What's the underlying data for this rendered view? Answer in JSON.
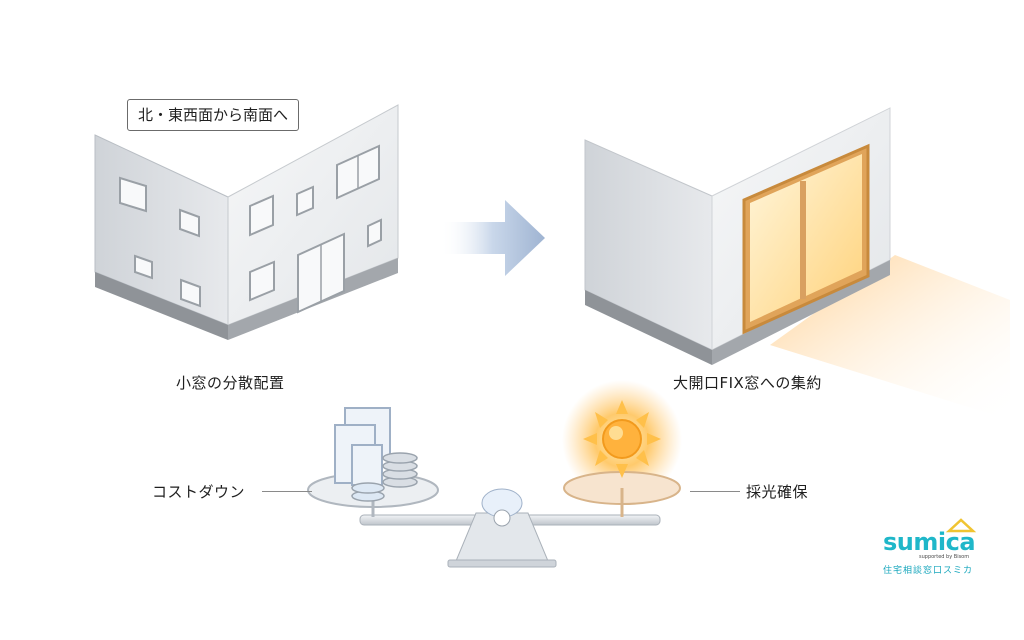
{
  "callout": {
    "text": "北・東西面から南面へ"
  },
  "left_caption": "小窓の分散配置",
  "right_caption": "大開口FIX窓への集約",
  "scale": {
    "left_label": "コストダウン",
    "right_label": "採光確保"
  },
  "logo": {
    "word": "sumica",
    "sub": "supported by Bisom",
    "tagline": "住宅相談窓口スミカ"
  },
  "colors": {
    "wall_light": "#eef0f2",
    "wall_shade": "#d8dbdf",
    "base": "#9a9ea3",
    "glow": "#ffb347",
    "accent": "#1fb7c9"
  }
}
